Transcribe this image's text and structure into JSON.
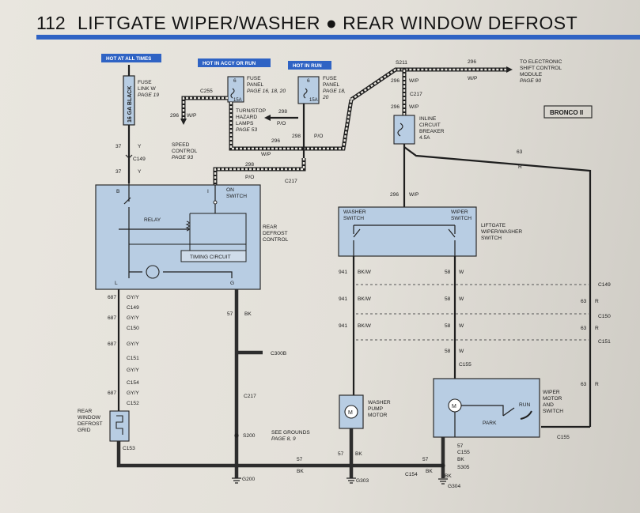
{
  "page": {
    "number": "112",
    "title": "LIFTGATE WIPER/WASHER ● REAR WINDOW  DEFROST"
  },
  "hot_tags": {
    "all_times": "HOT AT ALL TIMES",
    "accy_or_run": "HOT IN ACCY OR RUN",
    "in_run": "HOT IN RUN"
  },
  "fuse_link": {
    "wire": "16 GA BLACK",
    "label_1": "FUSE",
    "label_2": "LINK W",
    "label_3": "PAGE 19"
  },
  "fuse_panel_a": {
    "label_1": "FUSE",
    "label_2": "PANEL",
    "label_3": "PAGE 16, 18, 20",
    "fuse_num": "6",
    "amps": "15A"
  },
  "fuse_panel_b": {
    "label_1": "FUSE",
    "label_2": "PANEL",
    "label_3": "PAGE 18,",
    "label_4": "20",
    "fuse_num": "6",
    "amps": "15A"
  },
  "notes": {
    "turn_stop_1": "TURN/STOP",
    "turn_stop_2": "HAZARD",
    "turn_stop_3": "LAMPS",
    "turn_stop_4": "PAGE 53",
    "speed_1": "SPEED",
    "speed_2": "CONTROL",
    "speed_3": "PAGE 93",
    "esc_1": "TO ELECTRONIC",
    "esc_2": "SHIFT CONTROL",
    "esc_3": "MODULE",
    "esc_4": "PAGE 90",
    "bronco": "BRONCO II",
    "grounds_1": "SEE GROUNDS",
    "grounds_2": "PAGE 8, 9"
  },
  "breaker": {
    "label_1": "INLINE",
    "label_2": "CIRCUIT",
    "label_3": "BREAKER",
    "label_4": "4.5A"
  },
  "defrost_control": {
    "label_1": "REAR",
    "label_2": "DEFROST",
    "label_3": "CONTROL",
    "relay": "RELAY",
    "timing": "TIMING CIRCUIT",
    "on_1": "ON",
    "on_2": "SWITCH",
    "pin_b": "B",
    "pin_i": "I",
    "pin_l": "L",
    "pin_g": "G"
  },
  "washer_wiper_switch": {
    "washer_1": "WASHER",
    "washer_2": "SWITCH",
    "wiper_1": "WIPER",
    "wiper_2": "SWITCH",
    "label_1": "LIFTGATE",
    "label_2": "WIPER/WASHER",
    "label_3": "SWITCH"
  },
  "washer_pump": {
    "label_1": "WASHER",
    "label_2": "PUMP",
    "label_3": "MOTOR",
    "m": "M"
  },
  "wiper_motor": {
    "label_1": "WIPER",
    "label_2": "MOTOR",
    "label_3": "AND",
    "label_4": "SWITCH",
    "run": "RUN",
    "park": "PARK",
    "m": "M"
  },
  "grid": {
    "label_1": "REAR",
    "label_2": "WINDOW",
    "label_3": "DEFROST",
    "label_4": "GRID"
  },
  "connectors": {
    "c255": "C255",
    "c149": "C149",
    "c150": "C150",
    "c151": "C151",
    "c154": "C154",
    "c152": "C152",
    "c153": "C153",
    "c217": "C217",
    "c300b": "C300B",
    "c155": "C155",
    "s211": "S211",
    "s200": "S200",
    "s305": "S305",
    "g200": "G200",
    "g303": "G303",
    "g304": "G304"
  },
  "wires": {
    "w37": "37",
    "y": "Y",
    "w296": "296",
    "wp": "W/P",
    "w298": "298",
    "po": "P/O",
    "w687": "687",
    "gyy": "GY/Y",
    "w57": "57",
    "bk": "BK",
    "w941": "941",
    "bkw": "BK/W",
    "w58": "58",
    "w": "W",
    "w63": "63",
    "r": "R"
  }
}
